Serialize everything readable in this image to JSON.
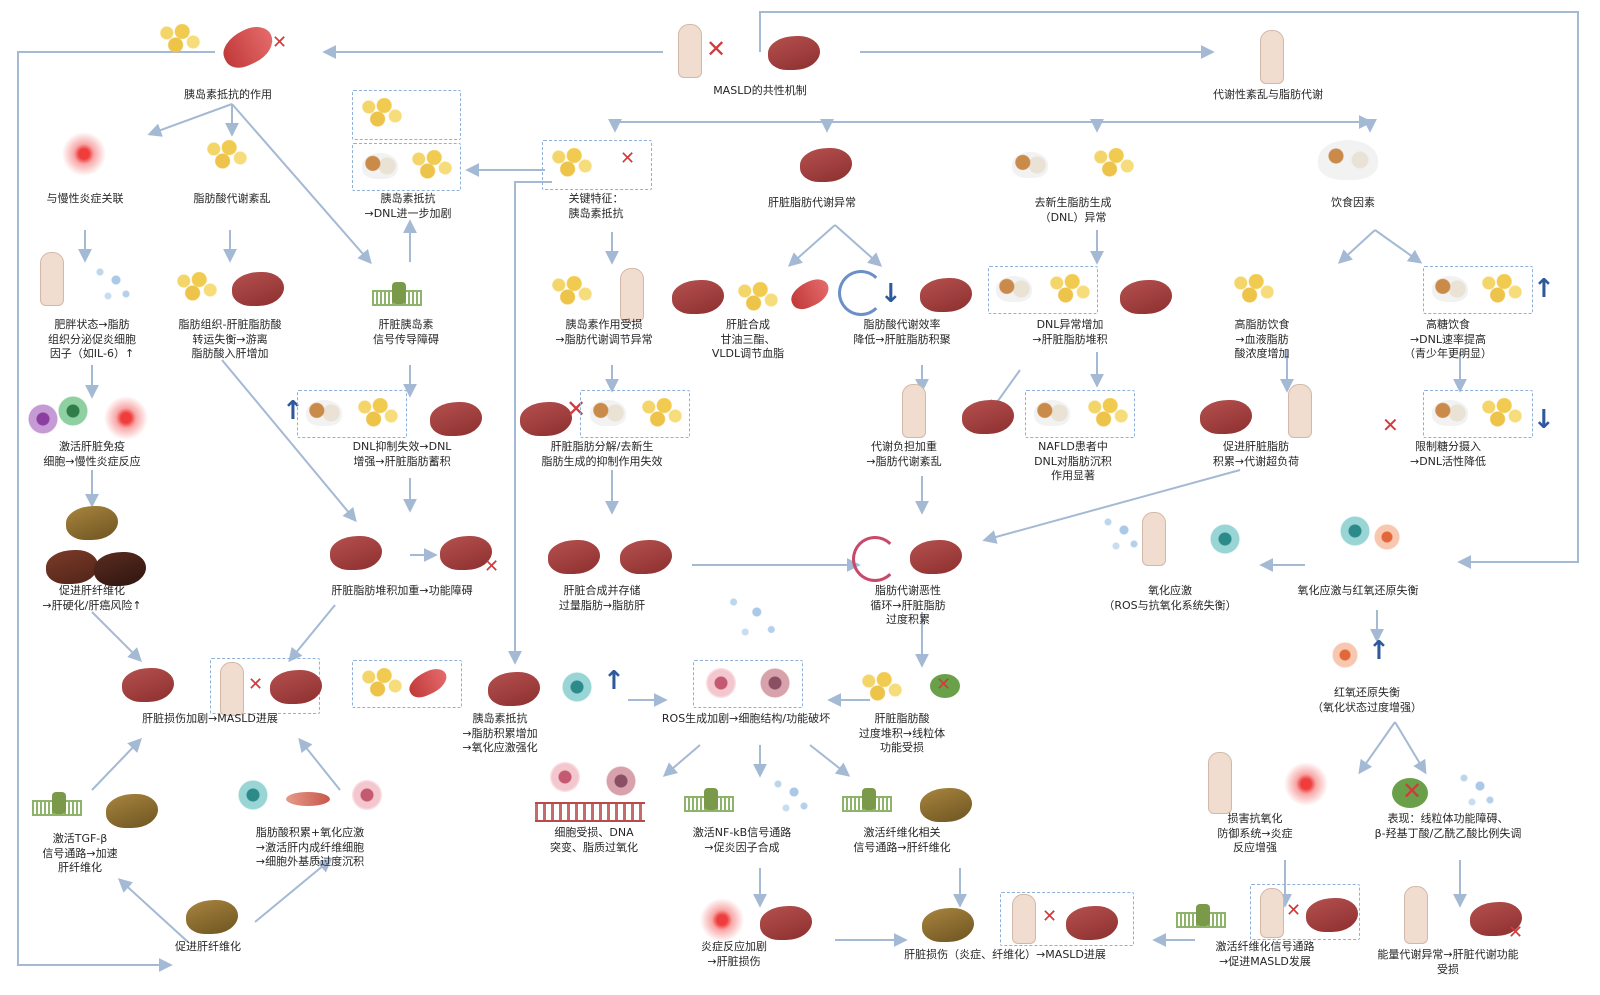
{
  "nodes": {
    "masld_mech": "MASLD的共性机制",
    "insulin_res_role": "胰岛素抵抗的作用",
    "metab_disorder": "代谢性紊乱与脂肪代谢",
    "chronic_inflam": "与慢性炎症关联",
    "fa_disorder": "脂肪酸代谢紊乱",
    "ir_dnl_aggr": "胰岛素抵抗\n→DNL进一步加剧",
    "key_feature": "关键特征：\n胰岛素抵抗",
    "liver_lipid_abn": "肝脏脂肪代谢异常",
    "dnl_abn": "去新生脂肪生成\n（DNL）异常",
    "diet_factor": "饮食因素",
    "obesity": "肥胖状态→脂肪\n组织分泌促炎细胞\n因子（如IL-6）↑",
    "adipose_transport": "脂肪组织-肝脏脂肪酸\n转运失衡→游离\n脂肪酸入肝增加",
    "hep_insulin_sig": "肝脏胰岛素\n信号传导障碍",
    "insulin_impaired": "胰岛素作用受损\n→脂肪代谢调节异常",
    "liver_synth_tg": "肝脏合成\n甘油三酯、\nVLDL调节血脂",
    "fa_eff_down": "脂肪酸代谢效率\n降低→肝脏脂肪积聚",
    "dnl_increase": "DNL异常增加\n→肝脏脂肪堆积",
    "high_fat_diet": "高脂肪饮食\n→血液脂肪\n酸浓度增加",
    "high_sugar_diet": "高糖饮食\n→DNL速率提高\n（青少年更明显）",
    "immune_activation": "激活肝脏免疫\n细胞→慢性炎症反应",
    "dnl_suppress_fail": "DNL抑制失效→DNL\n增强→肝脏脂肪蓄积",
    "lipolysis_fail": "肝脏脂肪分解/去新生\n脂肪生成的抑制作用失效",
    "metab_burden": "代谢负担加重\n→脂肪代谢紊乱",
    "nafld_dnl": "NAFLD患者中\nDNL对脂肪沉积\n作用显著",
    "promote_fat": "促进肝脏脂肪\n积累→代谢超负荷",
    "limit_sugar": "限制糖分摄入\n→DNL活性降低",
    "promote_fibrosis1": "促进肝纤维化\n→肝硬化/肝癌风险↑",
    "fat_accum_dysfunction": "肝脏脂肪堆积加重→功能障碍",
    "synth_store": "肝脏合成并存储\n过量脂肪→脂肪肝",
    "vicious_cycle": "脂肪代谢恶性\n循环→肝脏脂肪\n过度积累",
    "oxidative_stress": "氧化应激\n（ROS与抗氧化系统失衡）",
    "ox_redox_imbal": "氧化应激与红氧还原失衡",
    "redox_imbal": "红氧还原失衡\n（氧化状态过度增强）",
    "liver_damage_masld": "肝脏损伤加剧→MASLD进展",
    "ir_fat_ox": "胰岛素抵抗\n→脂肪积累增加\n→氧化应激强化",
    "ros_damage": "ROS生成加剧→细胞结构/功能破坏",
    "mito_damage": "肝脏脂肪酸\n过度堆积→线粒体\n功能受损",
    "tgf_beta": "激活TGF-β\n信号通路→加速\n肝纤维化",
    "fa_ox_stress": "脂肪酸积累+氧化应激\n→激活肝内成纤维细胞\n→细胞外基质过度沉积",
    "cell_damage": "细胞受损、DNA\n突变、脂质过氧化",
    "nfkb": "激活NF-kB信号通路\n→促炎因子合成",
    "fibrosis_sig": "激活纤维化相关\n信号通路→肝纤维化",
    "impaired_antiox": "损害抗氧化\n防御系统→炎症\n反应增强",
    "mito_dysfunction": "表现：线粒体功能障碍、\nβ-羟基丁酸/乙酰乙酸比例失调",
    "promote_fibrosis2": "促进肝纤维化",
    "inflam_aggr": "炎症反应加剧\n→肝脏损伤",
    "liver_injury_masld": "肝脏损伤（炎症、纤维化）→MASLD进展",
    "fibro_masld": "激活纤维化信号通路\n→促进MASLD发展",
    "energy_abn": "能量代谢异常→肝脏代谢功能受损"
  },
  "colors": {
    "arrow": "#a4b9d4",
    "dashed_box": "#8fb0d8",
    "inhibit_x": "#d23b3b",
    "up_arrow": "#2e5a9c"
  },
  "icons": [
    "liver-icon",
    "fat-droplets-icon",
    "human-body-icon",
    "immune-cell-icon",
    "membrane-receptor-icon",
    "food-icon",
    "inflammation-glow-icon",
    "dna-icon",
    "cycle-arrows-icon",
    "up-arrow-icon",
    "inhibit-x-icon"
  ]
}
